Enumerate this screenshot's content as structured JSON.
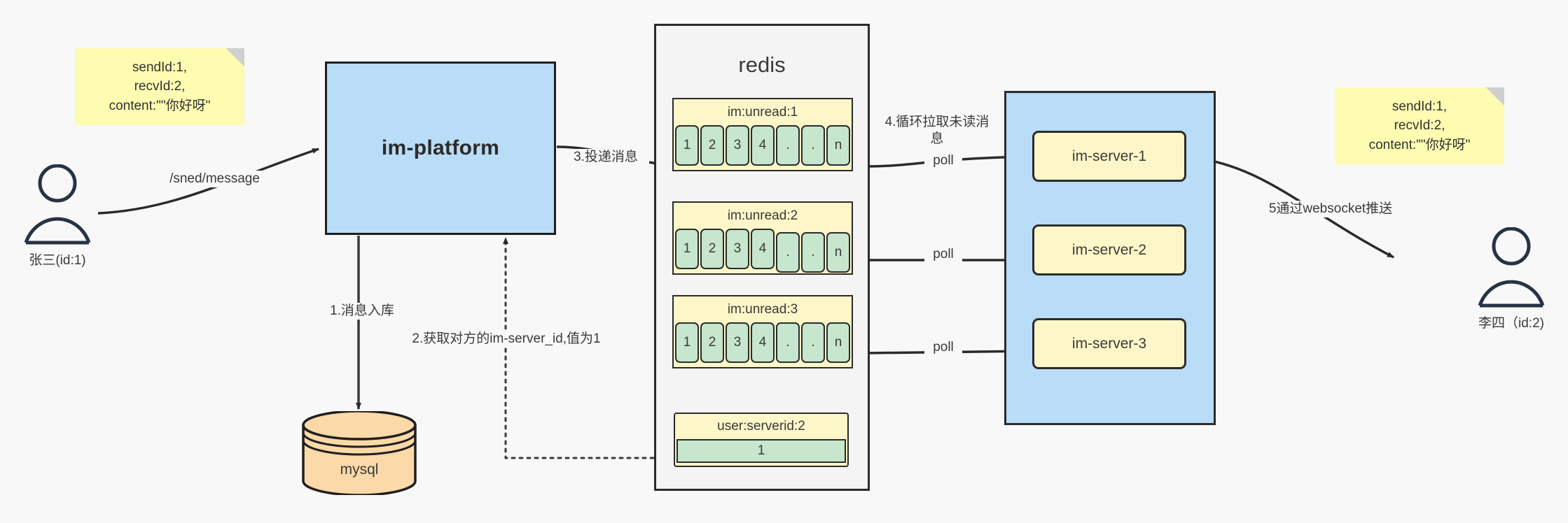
{
  "diagram": {
    "title": "IM message delivery architecture",
    "colors": {
      "note_yellow": "#fdfcb1",
      "box_blue": "#b9dcf7",
      "list_yellow": "#fdf6c8",
      "cell_green": "#c6e6cd",
      "db_orange": "#fcd9a8",
      "stroke": "#2b2b2b",
      "canvas": "#f8f8f8"
    },
    "notes": {
      "left": "sendId:1,\nrecvId:2,\ncontent:\"\"你好呀\"",
      "right": "sendId:1,\nrecvId:2,\ncontent:\"\"你好呀\""
    },
    "actors": {
      "sender": "张三(id:1)",
      "receiver": "李四（id:2)"
    },
    "platform": {
      "label": "im-platform"
    },
    "database": {
      "label": "mysql"
    },
    "redis": {
      "title": "redis",
      "lists": [
        {
          "key": "im:unread:1",
          "cells": [
            "1",
            "2",
            "3",
            "4",
            ".",
            ".",
            "n"
          ]
        },
        {
          "key": "im:unread:2",
          "cells": [
            "1",
            "2",
            "3",
            "4",
            ".",
            ".",
            "n"
          ]
        },
        {
          "key": "im:unread:3",
          "cells": [
            "1",
            "2",
            "3",
            "4",
            ".",
            ".",
            "n"
          ]
        }
      ],
      "kv": {
        "key": "user:serverid:2",
        "value": "1"
      }
    },
    "servers": {
      "items": [
        {
          "label": "im-server-1"
        },
        {
          "label": "im-server-2"
        },
        {
          "label": "im-server-3"
        }
      ]
    },
    "edges": {
      "send_message": "/sned/message",
      "step1": "1.消息入库",
      "step2": "2.获取对方的im-server_id,值为1",
      "step3": "3.投递消息",
      "step4": "4.循环拉取未读消\n息",
      "poll1": "poll",
      "poll2": "poll",
      "poll3": "poll",
      "step5": "5通过websocket推送"
    }
  }
}
